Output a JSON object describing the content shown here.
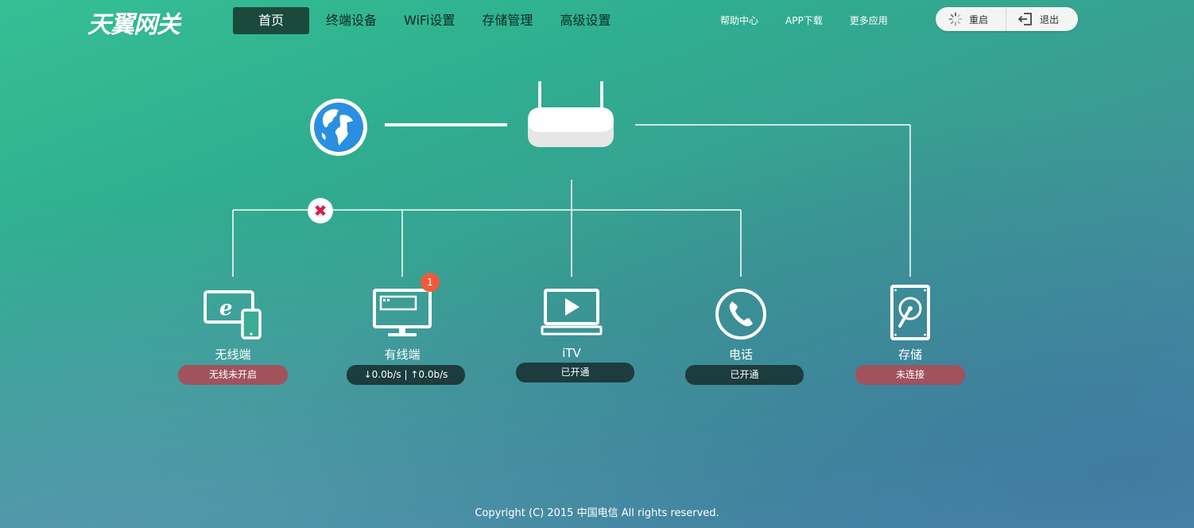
{
  "header": {
    "logo_text": "天翼网关",
    "nav": [
      "首页",
      "终端设备",
      "WiFi设置",
      "存储管理",
      "高级设置"
    ],
    "top_links": [
      "帮助中心",
      "APP下载",
      "更多应用"
    ],
    "restart_label": "重启",
    "logout_label": "退出"
  },
  "topology": {
    "wan_status_icon": "error-x-icon",
    "devices": [
      {
        "label": "无线端",
        "status": "无线未开启",
        "status_color": "#a1525c"
      },
      {
        "label": "有线端",
        "status": "↓0.0b/s | ↑0.0b/s",
        "status_color": "#1c3c3e",
        "badge": "1"
      },
      {
        "label": "iTV",
        "status": "已开通",
        "status_color": "#1c3c3e"
      },
      {
        "label": "电话",
        "status": "已开通",
        "status_color": "#1c3c3e"
      },
      {
        "label": "存储",
        "status": "未连接",
        "status_color": "#a1525c"
      }
    ]
  },
  "footer": {
    "copyright": "Copyright (C) 2015 中国电信 All rights reserved."
  }
}
